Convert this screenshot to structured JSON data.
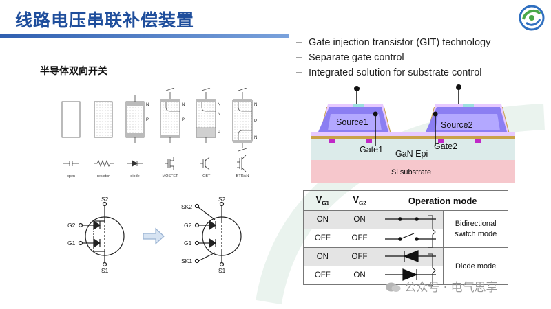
{
  "title": "线路电压串联补偿装置",
  "subtitle": "半导体双向开关",
  "bullets": [
    "Gate injection transistor (GIT) technology",
    "Separate gate control",
    "Integrated solution for substrate control"
  ],
  "bullet_dash": "–",
  "devices": [
    {
      "label": "open"
    },
    {
      "label": "resistor"
    },
    {
      "label": "diode"
    },
    {
      "label": "MOSFET"
    },
    {
      "label": "IGBT"
    },
    {
      "label": "BTRAN"
    }
  ],
  "layer_labels": {
    "n": "N",
    "p": "P"
  },
  "circuit_left": {
    "s2": "S2",
    "g2": "G2",
    "g1": "G1",
    "s1": "S1"
  },
  "circuit_right": {
    "sk2": "SK2",
    "s2": "S2",
    "g2": "G2",
    "g1": "G1",
    "sk1": "SK1",
    "s1": "S1"
  },
  "git": {
    "source1": "Source1",
    "source2": "Source2",
    "gate1": "Gate1",
    "gate2": "Gate2",
    "epi": "GaN Epi",
    "substrate": "Si substrate"
  },
  "table": {
    "header": {
      "vg1_main": "V",
      "vg1_sub": "G1",
      "vg2_main": "V",
      "vg2_sub": "G2",
      "mode": "Operation mode"
    },
    "rows": [
      {
        "vg1": "ON",
        "vg2": "ON"
      },
      {
        "vg1": "OFF",
        "vg2": "OFF"
      },
      {
        "vg1": "ON",
        "vg2": "OFF"
      },
      {
        "vg1": "OFF",
        "vg2": "ON"
      }
    ],
    "mode_bidirectional": "Bidirectional switch mode",
    "mode_diode": "Diode mode"
  },
  "watermark": "公众号 · 电气思享",
  "colors": {
    "title": "#1f4e9c",
    "accent_rule": "#2f5fb0",
    "logo_green": "#4aa84a",
    "logo_blue": "#2f6fc0"
  }
}
